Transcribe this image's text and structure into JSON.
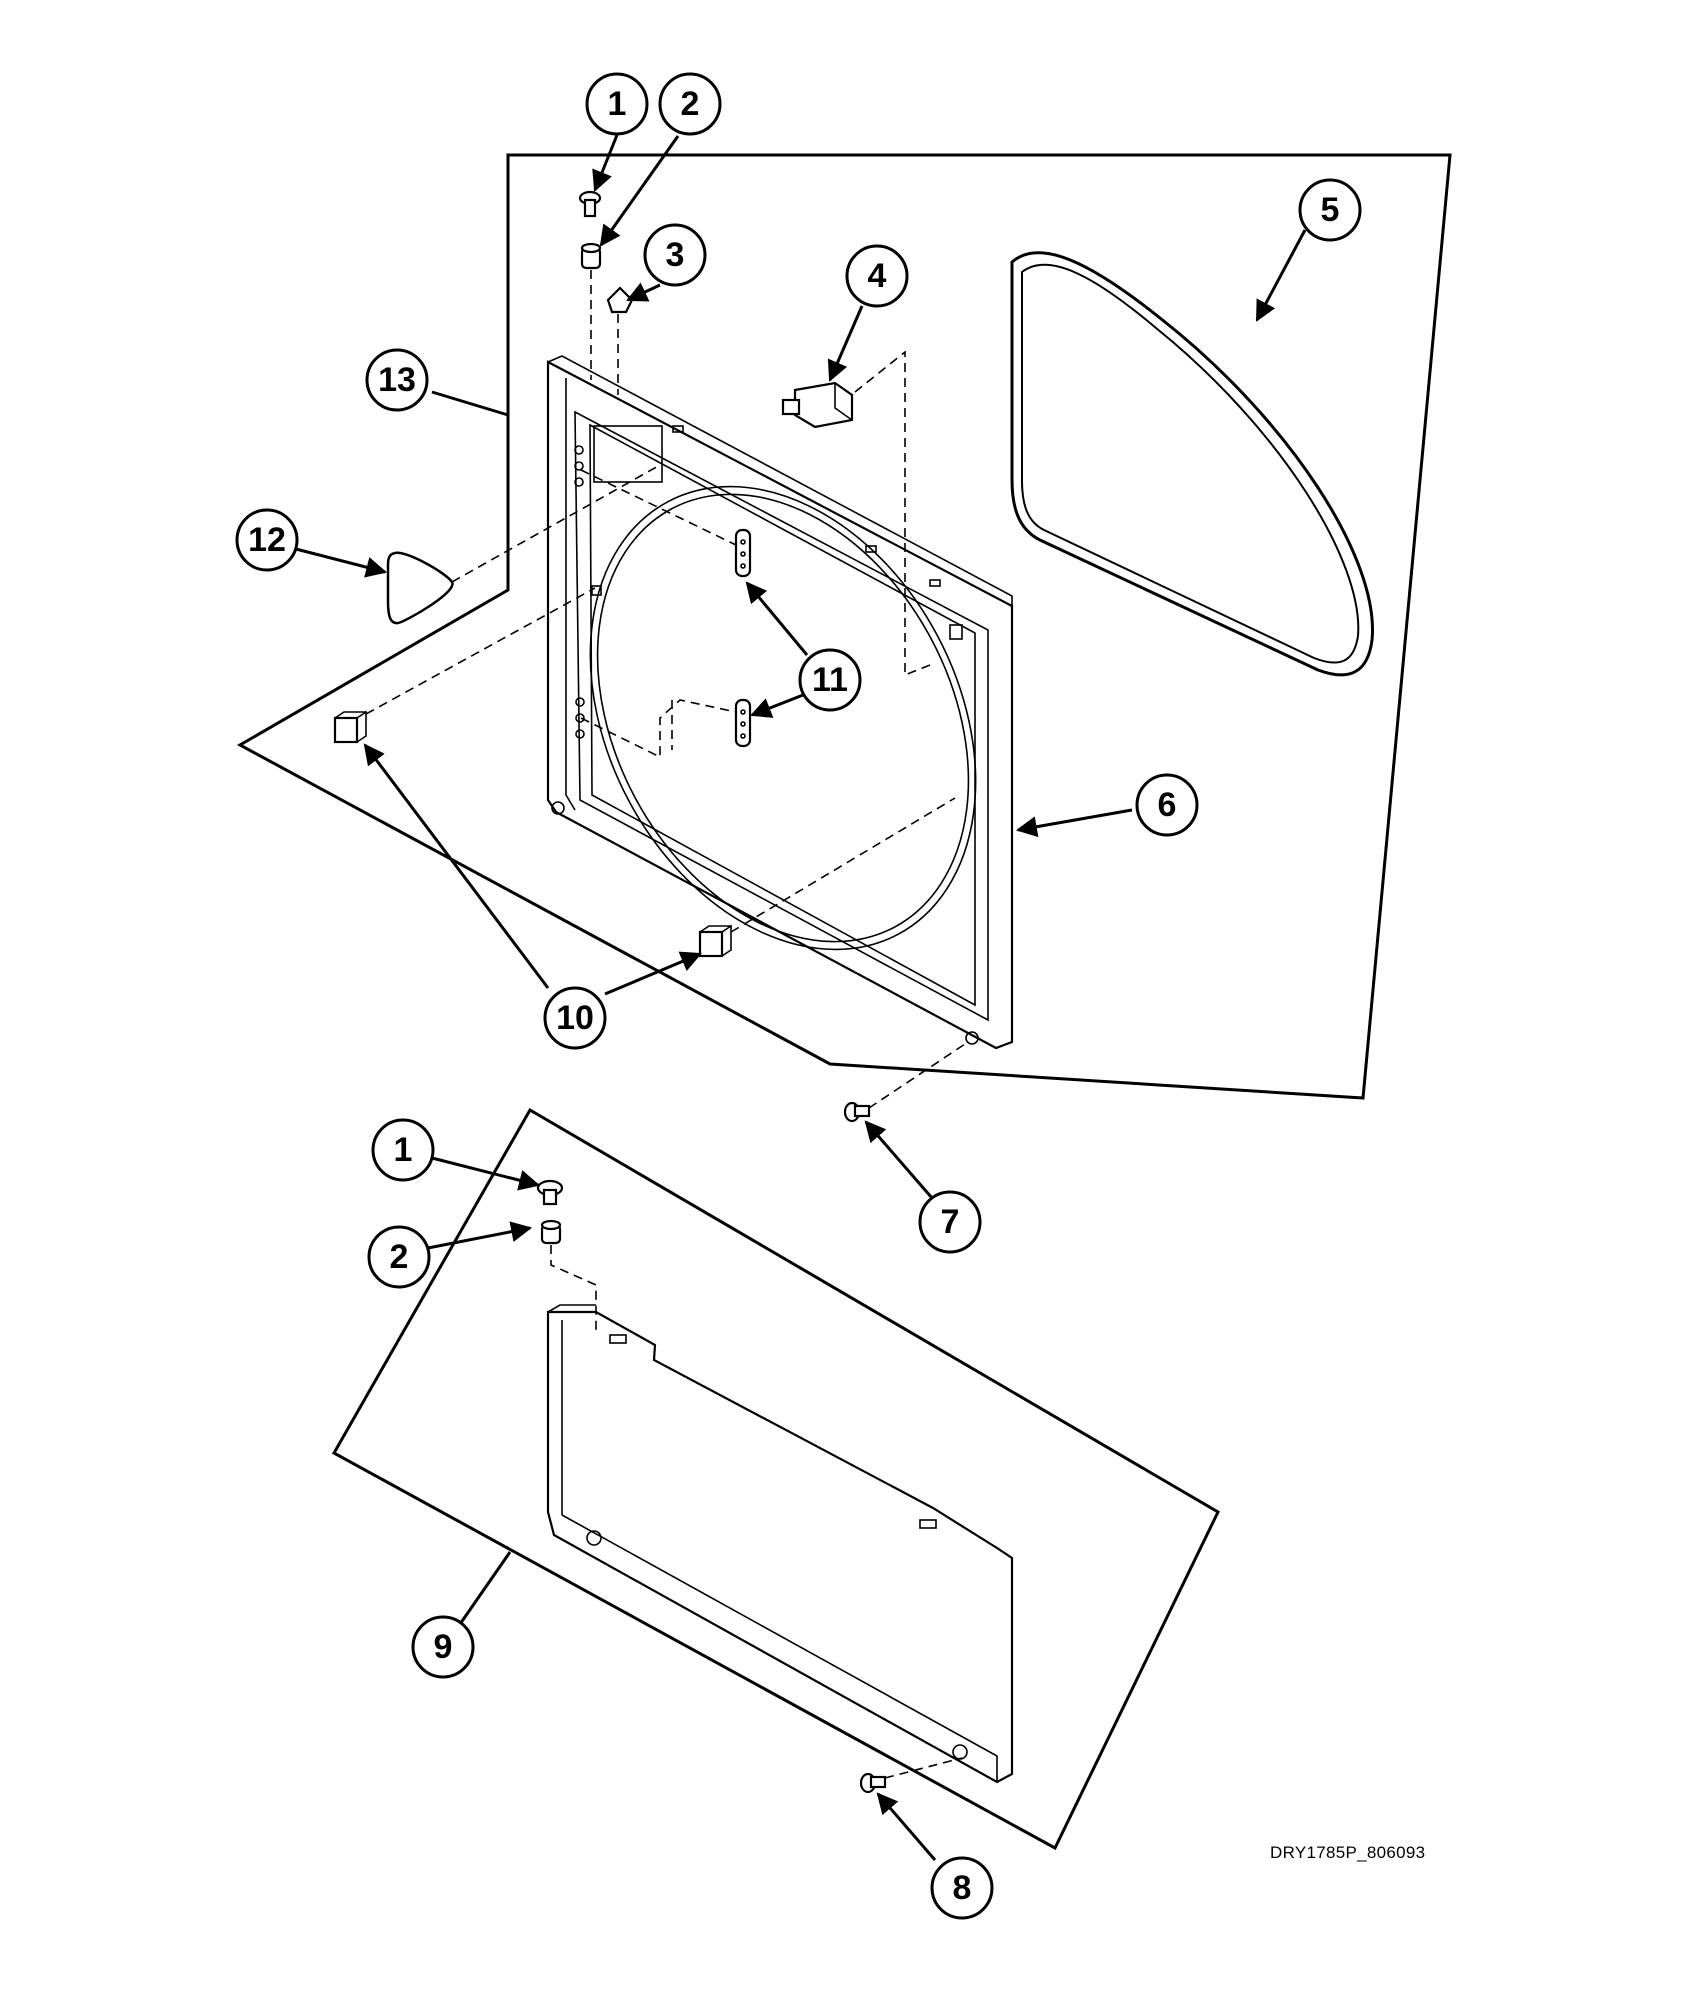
{
  "drawing_code": "DRY1785P_806093",
  "callouts": [
    {
      "id": "callout-1-top",
      "label": "1"
    },
    {
      "id": "callout-2-top",
      "label": "2"
    },
    {
      "id": "callout-3",
      "label": "3"
    },
    {
      "id": "callout-4",
      "label": "4"
    },
    {
      "id": "callout-5",
      "label": "5"
    },
    {
      "id": "callout-6",
      "label": "6"
    },
    {
      "id": "callout-7",
      "label": "7"
    },
    {
      "id": "callout-8",
      "label": "8"
    },
    {
      "id": "callout-9",
      "label": "9"
    },
    {
      "id": "callout-10",
      "label": "10"
    },
    {
      "id": "callout-11",
      "label": "11"
    },
    {
      "id": "callout-12",
      "label": "12"
    },
    {
      "id": "callout-13",
      "label": "13"
    },
    {
      "id": "callout-1-bottom",
      "label": "1"
    },
    {
      "id": "callout-2-bottom",
      "label": "2"
    }
  ]
}
